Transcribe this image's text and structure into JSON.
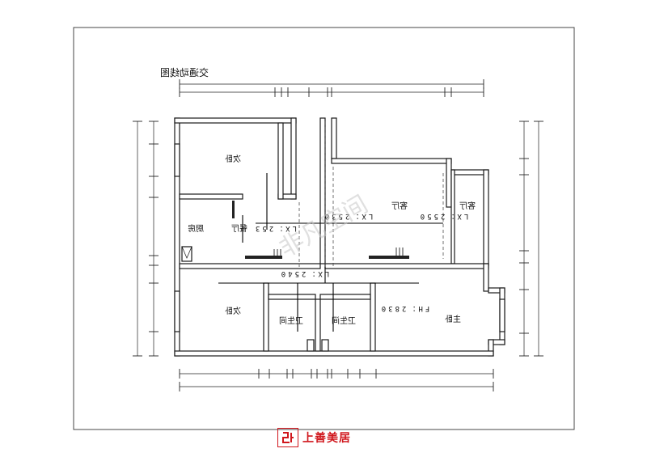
{
  "title": "交通动线图",
  "rooms": {
    "bedroom_tl": "次卧",
    "kitchen": "厨房",
    "dining": "餐厅",
    "living": "客厅",
    "balcony_living": "客厅",
    "bedroom_bl": "次卧",
    "bath_1": "卫生间",
    "bath_2": "卫生间",
    "master": "主卧"
  },
  "flows": {
    "lx_living": "LX：2530",
    "lx_balcony": "LX：2550",
    "lx_dining": "LX：253",
    "lx_hall": "LX：2540",
    "fh_master": "FH：2830"
  },
  "watermark": "非凡空间",
  "brand": {
    "name": "上善美居",
    "color": "#d0161c"
  }
}
